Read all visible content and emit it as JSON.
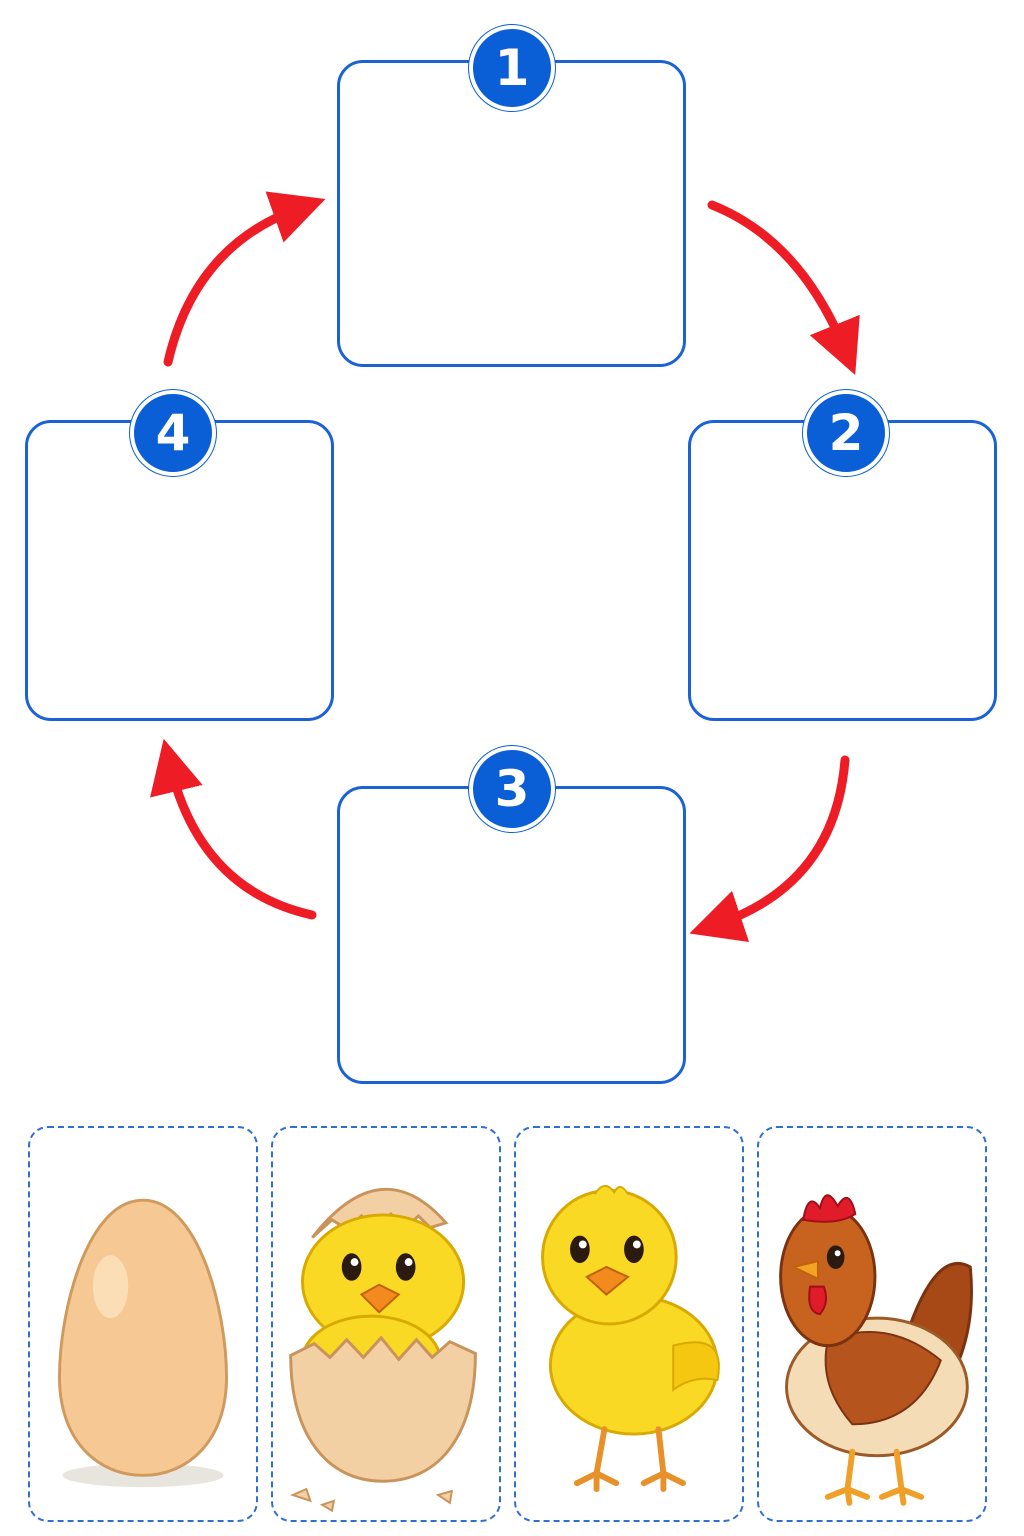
{
  "stages": [
    {
      "number": "1"
    },
    {
      "number": "2"
    },
    {
      "number": "3"
    },
    {
      "number": "4"
    }
  ],
  "cards": [
    {
      "icon": "egg-icon"
    },
    {
      "icon": "hatching-chick-icon"
    },
    {
      "icon": "chick-icon"
    },
    {
      "icon": "hen-icon"
    }
  ],
  "colors": {
    "box_border": "#1b62d6",
    "badge_fill": "#0b5fd6",
    "arrow": "#ee1c25",
    "card_border": "#2e6fd0",
    "chick_yellow": "#f9d923",
    "hen_brown": "#b5541c"
  }
}
